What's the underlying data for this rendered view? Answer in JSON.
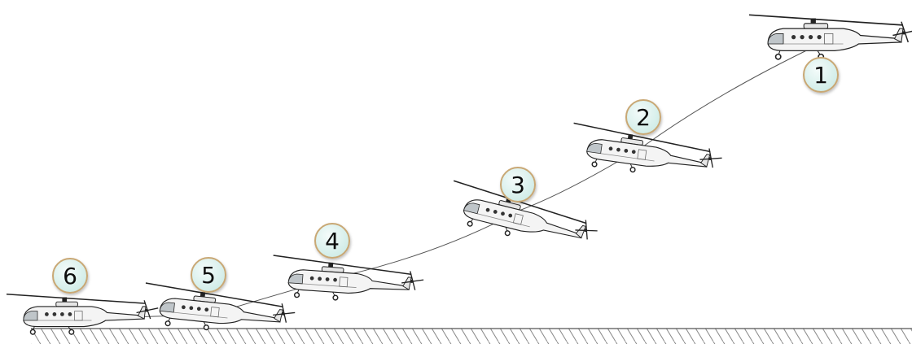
{
  "diagram": {
    "stages": [
      {
        "label": "1"
      },
      {
        "label": "2"
      },
      {
        "label": "3"
      },
      {
        "label": "4"
      },
      {
        "label": "5"
      },
      {
        "label": "6"
      }
    ],
    "colors": {
      "badge_fill": "#d8f1ee",
      "badge_stroke": "#c9a874",
      "ground_line": "#555555",
      "hatch": "#888888",
      "trajectory": "#555555",
      "helicopter_body": "#f4f4f4",
      "helicopter_outline": "#222222"
    },
    "icons": [
      "helicopter-icon",
      "ground-hatching"
    ]
  }
}
